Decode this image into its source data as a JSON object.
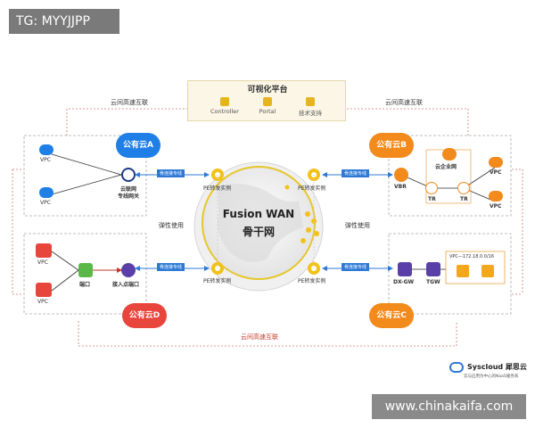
{
  "watermark_tag": "TG: MYYJJPP",
  "watermark_site": "www.chinakaifa.com",
  "platform": {
    "title": "可视化平台",
    "items": [
      {
        "label": "Controller",
        "icon": "gear-icon"
      },
      {
        "label": "Portal",
        "icon": "portal-icon"
      },
      {
        "label": "技术支持",
        "icon": "support-icon"
      }
    ]
  },
  "interconnect_top_left": "云间高速互联",
  "interconnect_top_right": "云间高速互联",
  "interconnect_bottom": "云间高速互联",
  "center": {
    "line1": "Fusion WAN",
    "line2": "骨干网"
  },
  "elastic_left": "弹性使用",
  "elastic_right": "弹性使用",
  "clouds": {
    "a": "公有云A",
    "b": "公有云B",
    "c": "公有云C",
    "d": "公有云D"
  },
  "colors": {
    "blue": "#1f7fe6",
    "orange": "#f28a1c",
    "red": "#e8453c",
    "purple": "#5b3fa8",
    "green": "#5ab848",
    "pe_yellow": "#f2c21a"
  },
  "panel_a": {
    "vpc1": "VPC",
    "vpc2": "VPC",
    "gateway_line1": "云联网",
    "gateway_line2": "专线网关"
  },
  "panel_d": {
    "vpc1": "VPC",
    "vpc2": "VPC",
    "port": "端口",
    "access_port": "接入点端口"
  },
  "panel_b": {
    "vbr": "VBR",
    "tr1": "TR",
    "tr2": "TR",
    "cen": "云企业网",
    "vpc1": "VPC",
    "vpc2": "VPC"
  },
  "panel_c": {
    "dxgw": "DX-GW",
    "tgw": "TGW",
    "vpc_cidr": "VPC—172.18.0.0/16"
  },
  "pe_labels": {
    "tl": "PE转发实例",
    "tr": "PE转发实例",
    "bl": "PE转发实例",
    "br": "PE转发实例"
  },
  "link_labels": {
    "tl": "骨连接专线",
    "tr": "骨连接专线",
    "bl": "骨连接专线",
    "br": "骨连接专线"
  },
  "brand": {
    "name": "Syscloud 犀思云",
    "tagline": "云与应用为中心的NaaS服务商"
  }
}
